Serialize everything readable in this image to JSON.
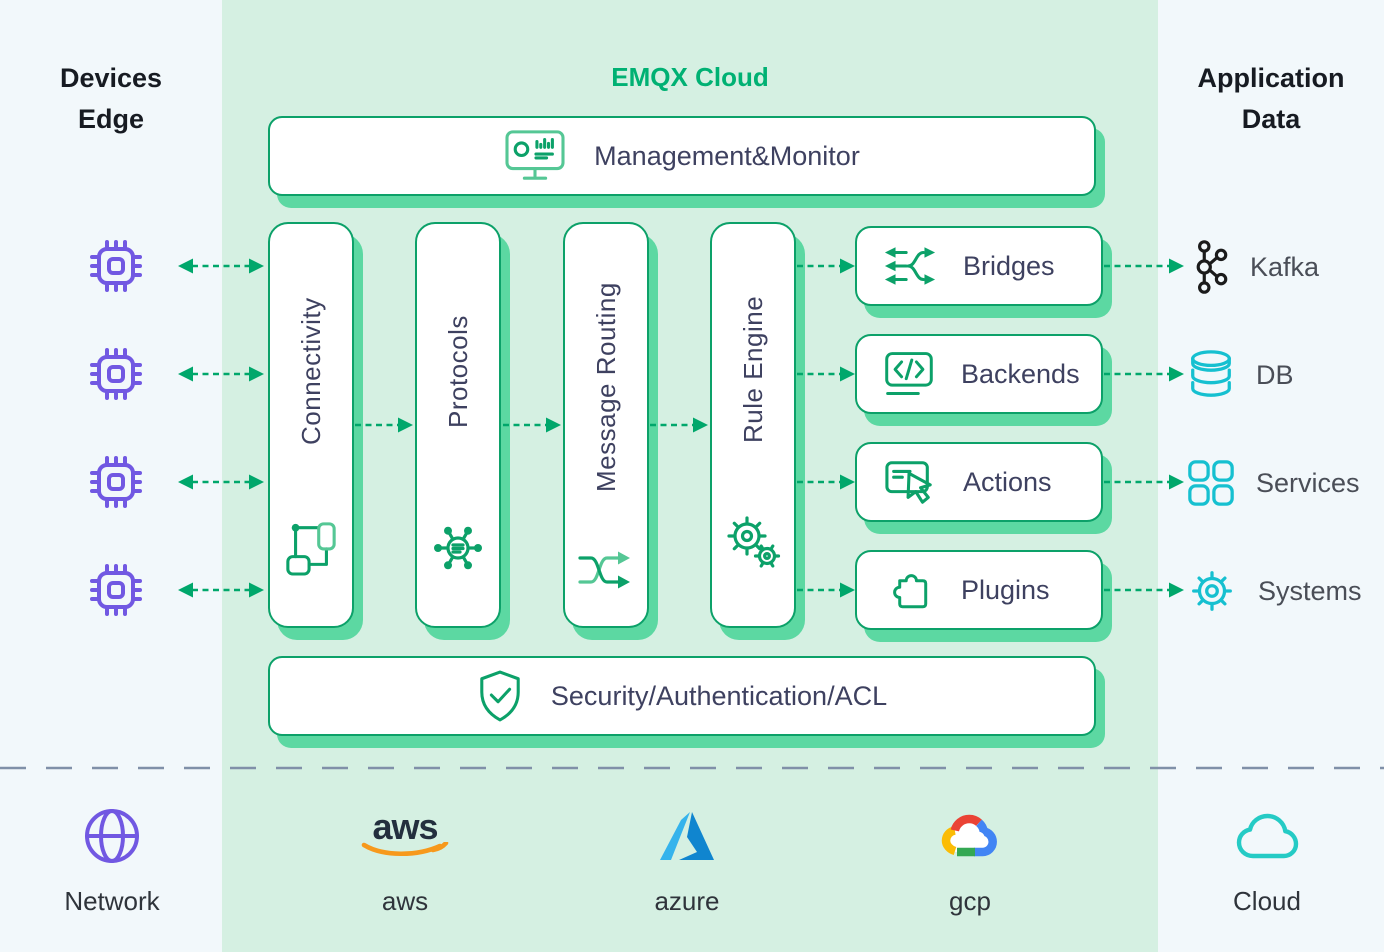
{
  "left_panel": {
    "title_line1": "Devices",
    "title_line2": "Edge",
    "device_icon": "chip-icon",
    "device_count": 4
  },
  "cloud_panel": {
    "title": "EMQX Cloud",
    "management_bar": {
      "icon": "monitor-dashboard-icon",
      "label": "Management&Monitor"
    },
    "pipeline_columns": [
      {
        "icon": "network-topology-icon",
        "label": "Connectivity"
      },
      {
        "icon": "protocol-hub-icon",
        "label": "Protocols"
      },
      {
        "icon": "shuffle-icon",
        "label": "Message Routing"
      },
      {
        "icon": "gears-icon",
        "label": "Rule Engine"
      }
    ],
    "output_boxes": [
      {
        "icon": "crossing-arrows-icon",
        "label": "Bridges"
      },
      {
        "icon": "code-window-icon",
        "label": "Backends"
      },
      {
        "icon": "cursor-panel-icon",
        "label": "Actions"
      },
      {
        "icon": "puzzle-icon",
        "label": "Plugins"
      }
    ],
    "security_bar": {
      "icon": "shield-check-icon",
      "label": "Security/Authentication/ACL"
    }
  },
  "right_panel": {
    "title_line1": "Application",
    "title_line2": "Data",
    "targets": [
      {
        "icon": "kafka-logo",
        "label": "Kafka"
      },
      {
        "icon": "database-icon",
        "label": "DB"
      },
      {
        "icon": "services-grid-icon",
        "label": "Services"
      },
      {
        "icon": "gear-icon",
        "label": "Systems"
      }
    ]
  },
  "bottom_row": [
    {
      "icon": "globe-icon",
      "label": "Network"
    },
    {
      "icon": "aws-logo",
      "logo_text": "aws",
      "label": "aws"
    },
    {
      "icon": "azure-logo",
      "label": "azure"
    },
    {
      "icon": "gcp-logo",
      "label": "gcp"
    },
    {
      "icon": "cloud-icon",
      "label": "Cloud"
    }
  ],
  "colors": {
    "accent_green": "#0ca169",
    "title_green": "#00b173",
    "arrow_green": "#00a76b",
    "mint_shadow": "#5cd8a2",
    "panel_green": "#d5f0e2",
    "panel_blue": "#f2f8fb",
    "device_purple": "#7158e2",
    "target_cyan": "#16c0d0",
    "kafka_black": "#1b1b1b",
    "aws_orange": "#f7991c",
    "azure_blue": "#1085cf",
    "gcp_blue": "#4285f4",
    "gcp_red": "#ea4335",
    "gcp_yellow": "#fbbc05",
    "gcp_green": "#34a853",
    "label_dark": "#3e4160"
  }
}
